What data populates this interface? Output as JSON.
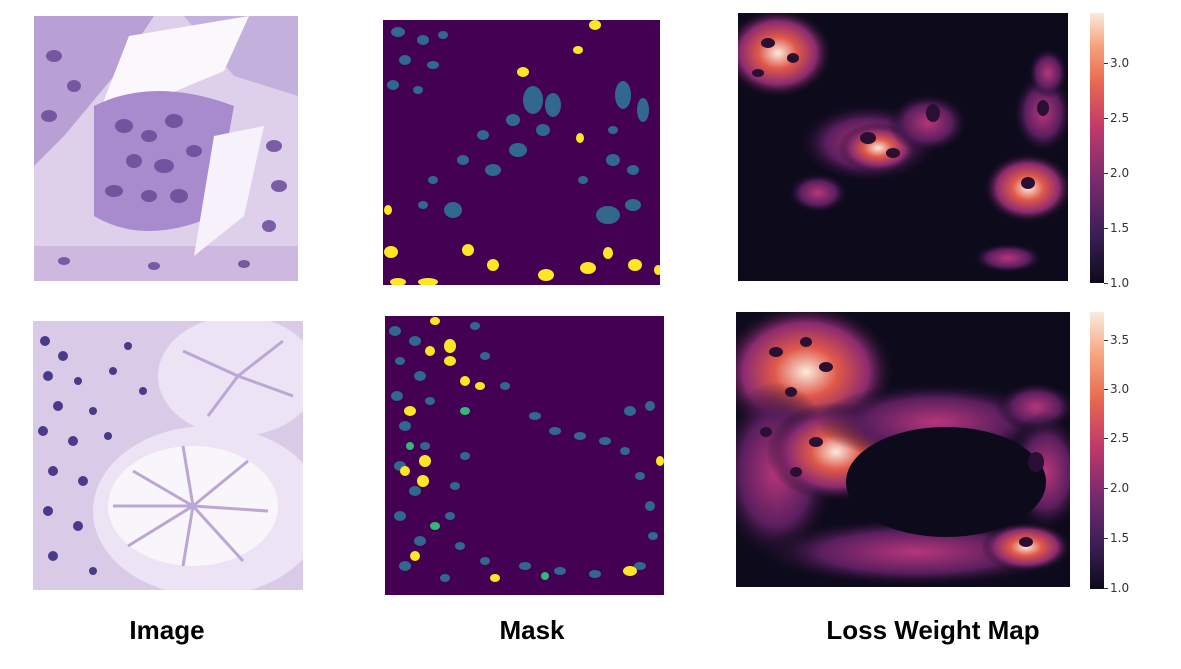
{
  "colors": {
    "he_background": "#e6dcef",
    "he_nucleus": "#5a3d86",
    "mask_background": "#440154",
    "mask_class_1": "#31688e",
    "mask_class_2": "#35b779",
    "mask_class_3": "#fde725",
    "heat_low": "#0d0a1c",
    "heat_mid": "#b5367a",
    "heat_high": "#faebdd"
  },
  "colorbars": [
    {
      "name": "colorbar-row-1",
      "ticks": [
        "3.0",
        "2.5",
        "2.0",
        "1.5",
        "1.0"
      ]
    },
    {
      "name": "colorbar-row-2",
      "ticks": [
        "3.5",
        "3.0",
        "2.5",
        "2.0",
        "1.5",
        "1.0"
      ]
    }
  ],
  "labels": {
    "image": "Image",
    "mask": "Mask",
    "loss_weight_map": "Loss Weight Map"
  }
}
